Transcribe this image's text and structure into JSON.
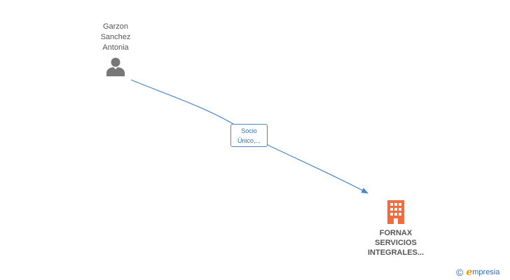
{
  "nodes": {
    "person": {
      "name_lines": [
        "Garzon",
        "Sanchez",
        "Antonia"
      ],
      "icon": "person-icon"
    },
    "company": {
      "name_lines": [
        "FORNAX",
        "SERVICIOS",
        "INTEGRALES..."
      ],
      "icon": "building-icon"
    }
  },
  "edge": {
    "label_lines": [
      "Socio",
      "Único,..."
    ]
  },
  "brand": {
    "copyright_symbol": "©",
    "logo_letter": "e",
    "logo_text": "mpresia"
  },
  "colors": {
    "edge": "#4a86c8",
    "person_icon": "#777777",
    "company_icon": "#f26a3d",
    "text": "#555555",
    "brand_orange": "#f29400",
    "brand_blue": "#2f6db3"
  }
}
